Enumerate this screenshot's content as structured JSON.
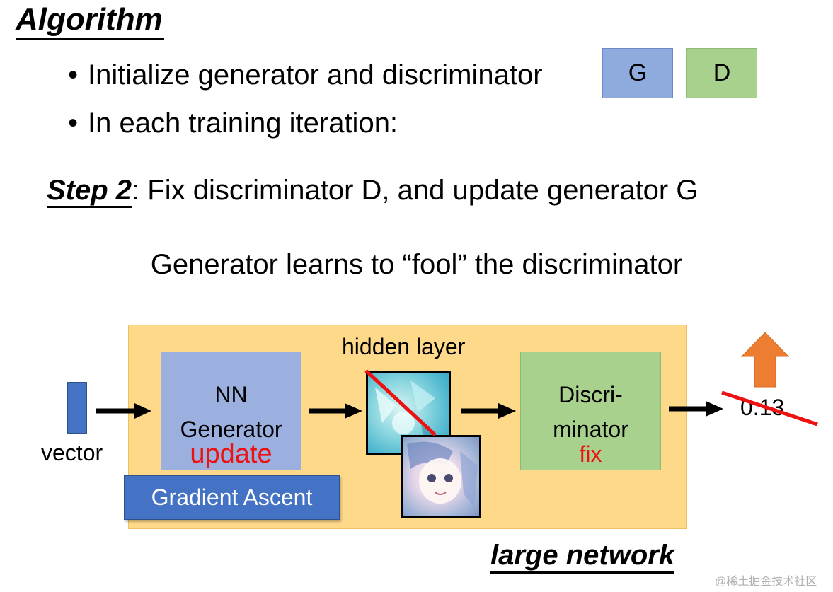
{
  "title": "Algorithm",
  "bullets": [
    "Initialize generator and discriminator",
    "In each training iteration:"
  ],
  "boxes": {
    "g": "G",
    "d": "D"
  },
  "step": {
    "label": "Step 2",
    "text": ": Fix discriminator D, and update generator G"
  },
  "subtitle": "Generator learns to “fool” the discriminator",
  "diagram": {
    "vector_label": "vector",
    "generator_line1": "NN",
    "generator_line2": "Generator",
    "generator_status": "update",
    "gradient_label": "Gradient Ascent",
    "hidden_label": "hidden layer",
    "discriminator_line1": "Discri-",
    "discriminator_line2": "minator",
    "discriminator_status": "fix",
    "output_value": "0.13",
    "large_network": "large network"
  },
  "colors": {
    "generator": "#9cb0e0",
    "discriminator": "#a9d18e",
    "network_bg": "#ffd98a",
    "accent_red": "#ee1111",
    "gradient_button": "#4472c4",
    "up_arrow": "#ed7d31"
  },
  "watermark": "@稀土掘金技术社区"
}
